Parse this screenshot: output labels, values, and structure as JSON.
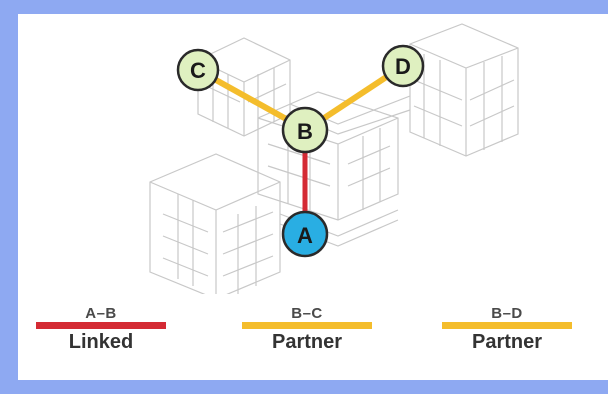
{
  "colors": {
    "background": "#8ea9f2",
    "panel": "#ffffff",
    "linked": "#d42a34",
    "partner": "#f4bd2c",
    "node_fill": "#dff0c0",
    "node_a_fill": "#29aee3",
    "building_stroke": "#c8c8c8"
  },
  "nodes": [
    {
      "id": "A",
      "label": "A",
      "role": "origin"
    },
    {
      "id": "B",
      "label": "B",
      "role": "hub"
    },
    {
      "id": "C",
      "label": "C",
      "role": "partner"
    },
    {
      "id": "D",
      "label": "D",
      "role": "partner"
    }
  ],
  "links": [
    {
      "from": "A",
      "to": "B",
      "type": "linked"
    },
    {
      "from": "B",
      "to": "C",
      "type": "partner"
    },
    {
      "from": "B",
      "to": "D",
      "type": "partner"
    }
  ],
  "legend": [
    {
      "key": "A–B",
      "desc": "Linked",
      "color": "#d42a34"
    },
    {
      "key": "B–C",
      "desc": "Partner",
      "color": "#f4bd2c"
    },
    {
      "key": "B–D",
      "desc": "Partner",
      "color": "#f4bd2c"
    }
  ]
}
